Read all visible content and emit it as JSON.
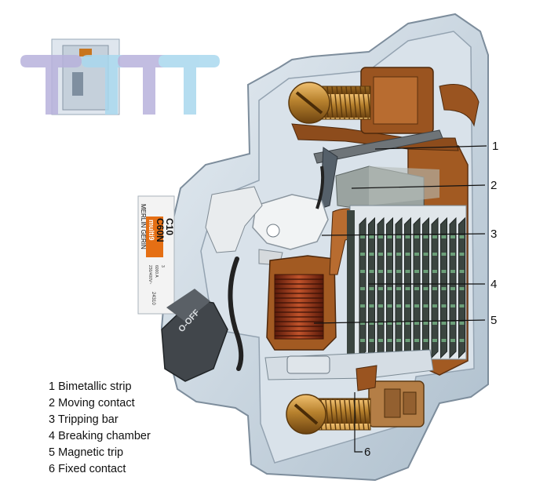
{
  "watermark": {
    "text": "TTTT",
    "icon": "miniature-breaker-thumbnail"
  },
  "device_label": {
    "brand": "MERLIN GERIN",
    "series": "multi9",
    "model": "C60N",
    "rating": "C10",
    "fine_print": [
      "230/400V~",
      "6000 A",
      "3"
    ],
    "code": "24310",
    "handle_text": "O-OFF"
  },
  "callouts": [
    {
      "number": "1",
      "text": "Bimetallic strip"
    },
    {
      "number": "2",
      "text": "Moving contact"
    },
    {
      "number": "3",
      "text": "Tripping bar"
    },
    {
      "number": "4",
      "text": "Breaking chamber"
    },
    {
      "number": "5",
      "text": "Magnetic trip"
    },
    {
      "number": "6",
      "text": "Fixed contact"
    }
  ],
  "colors": {
    "housing": "#c9d6e2",
    "copper": "#a25a22",
    "brass": "#b8822e",
    "chamber": "#3b4540",
    "coil": "#8a2c16",
    "watermark_purple": "#b8b2dc",
    "watermark_blue": "#a9d8ee"
  }
}
